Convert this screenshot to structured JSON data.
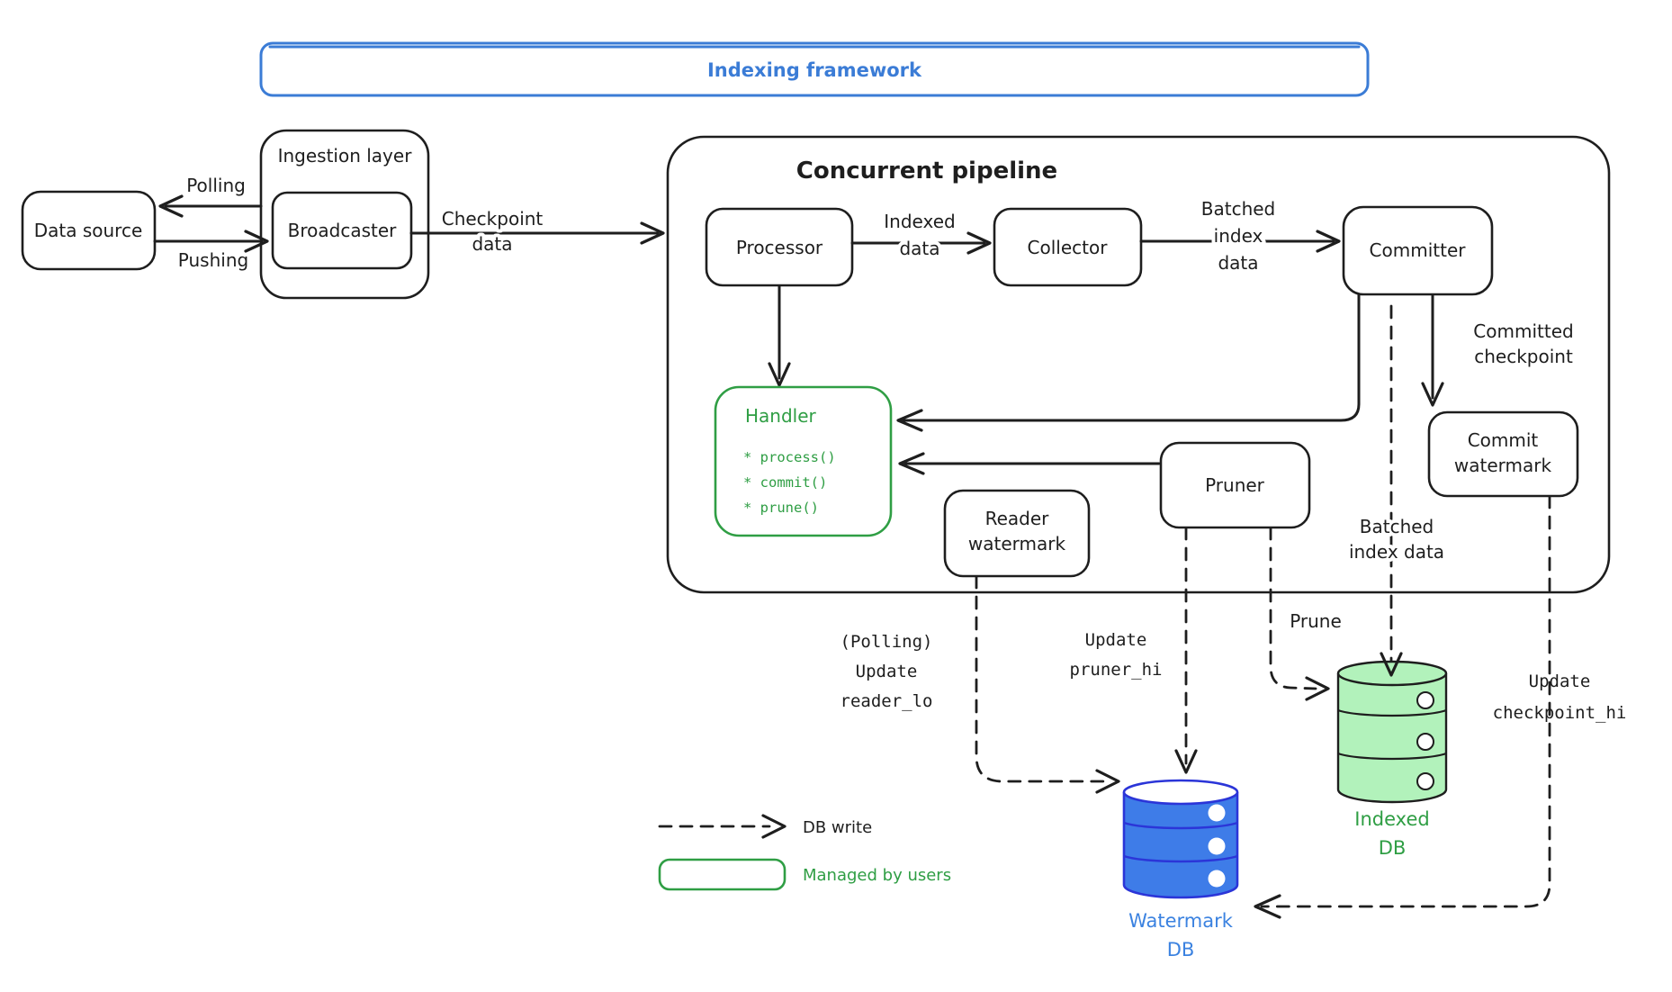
{
  "colors": {
    "ink": "#1e1e1e",
    "blue_accent": "#3b7cd6",
    "green_accent": "#2f9e44",
    "watermark_db_fill": "#3e7ce8",
    "watermark_db_stroke": "#2b35d8",
    "watermark_db_label": "#3b82e0",
    "indexed_db_fill": "#b2f2bb"
  },
  "banner": {
    "title": "Indexing framework"
  },
  "left": {
    "data_source": "Data source",
    "ingestion_layer": "Ingestion layer",
    "broadcaster": "Broadcaster",
    "polling": "Polling",
    "pushing": "Pushing",
    "checkpoint": {
      "line1": "Checkpoint",
      "line2": "data"
    }
  },
  "pipeline": {
    "title": "Concurrent pipeline",
    "processor": "Processor",
    "collector": "Collector",
    "committer": "Committer",
    "indexed_data": {
      "line1": "Indexed",
      "line2": "data"
    },
    "batched_index_data": {
      "line1": "Batched",
      "line2": "index",
      "line3": "data"
    },
    "committed_checkpoint": {
      "line1": "Committed",
      "line2": "checkpoint"
    },
    "handler": {
      "title": "Handler",
      "item1": "* process()",
      "item2": "* commit()",
      "item3": "* prune()"
    },
    "reader_watermark": {
      "line1": "Reader",
      "line2": "watermark"
    },
    "pruner": "Pruner",
    "commit_watermark": {
      "line1": "Commit",
      "line2": "watermark"
    }
  },
  "writes": {
    "reader_lo": {
      "line1": "(Polling)",
      "line2": "Update",
      "line3": "reader_lo"
    },
    "pruner_hi": {
      "line1": "Update",
      "line2": "pruner_hi"
    },
    "prune": "Prune",
    "batched_index_data": {
      "line1": "Batched",
      "line2": "index data"
    },
    "checkpoint_hi": {
      "line1": "Update",
      "line2": "checkpoint_hi"
    }
  },
  "databases": {
    "watermark": {
      "line1": "Watermark",
      "line2": "DB"
    },
    "indexed": {
      "line1": "Indexed",
      "line2": "DB"
    }
  },
  "legend": {
    "db_write": "DB write",
    "managed": "Managed by users"
  }
}
